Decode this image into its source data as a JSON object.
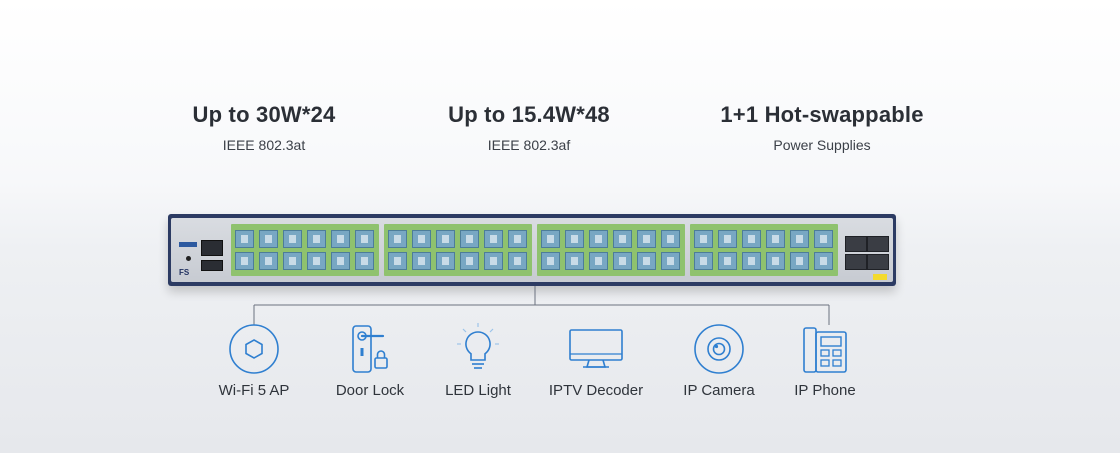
{
  "features": [
    {
      "title": "Up to 30W*24",
      "subtitle": "IEEE 802.3at"
    },
    {
      "title": "Up to 15.4W*48",
      "subtitle": "IEEE 802.3af"
    },
    {
      "title": "1+1 Hot-swappable",
      "subtitle": "Power Supplies"
    }
  ],
  "switch": {
    "brand": "FS",
    "port_block_count": 4,
    "ports_per_block": 12
  },
  "devices": [
    {
      "label": "Wi-Fi 5 AP",
      "icon": "wifi-access-point-icon"
    },
    {
      "label": "Door Lock",
      "icon": "door-lock-icon"
    },
    {
      "label": "LED Light",
      "icon": "led-bulb-icon"
    },
    {
      "label": "IPTV Decoder",
      "icon": "tv-monitor-icon"
    },
    {
      "label": "IP Camera",
      "icon": "camera-icon"
    },
    {
      "label": "IP Phone",
      "icon": "phone-icon"
    }
  ],
  "colors": {
    "icon_stroke": "#2f7fd0",
    "switch_frame": "#2c3b63",
    "port_block": "#8fc26e",
    "port": "#78a7c3",
    "connector_line": "#6b7280"
  }
}
